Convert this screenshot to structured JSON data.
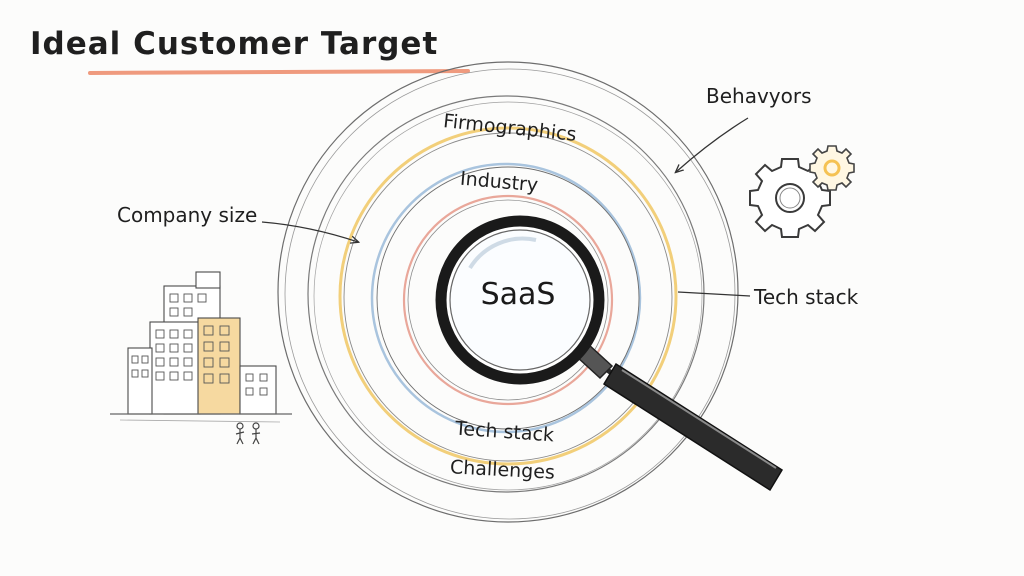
{
  "title": "Ideal Customer Target",
  "center_label": "SaaS",
  "ring_labels": {
    "outer": "Firmographics",
    "inner": "Industry",
    "bottom_1": "Tech stack",
    "bottom_2": "Challenges"
  },
  "side_labels": {
    "company_size": "Company size",
    "behaviors": "Behavyors",
    "tech_stack": "Tech stack"
  },
  "colors": {
    "ink": "#1f1f1f",
    "accent_orange": "#ef9a7e",
    "ring_yellow": "#f2cf7a",
    "ring_blue": "#a9c4de",
    "ring_red": "#e9a79a",
    "gear_yellow": "#f5c253",
    "building_yellow": "#f6d9a0"
  },
  "icons": [
    "magnifying-glass-icon",
    "gears-icon",
    "building-icon",
    "people-icon"
  ]
}
